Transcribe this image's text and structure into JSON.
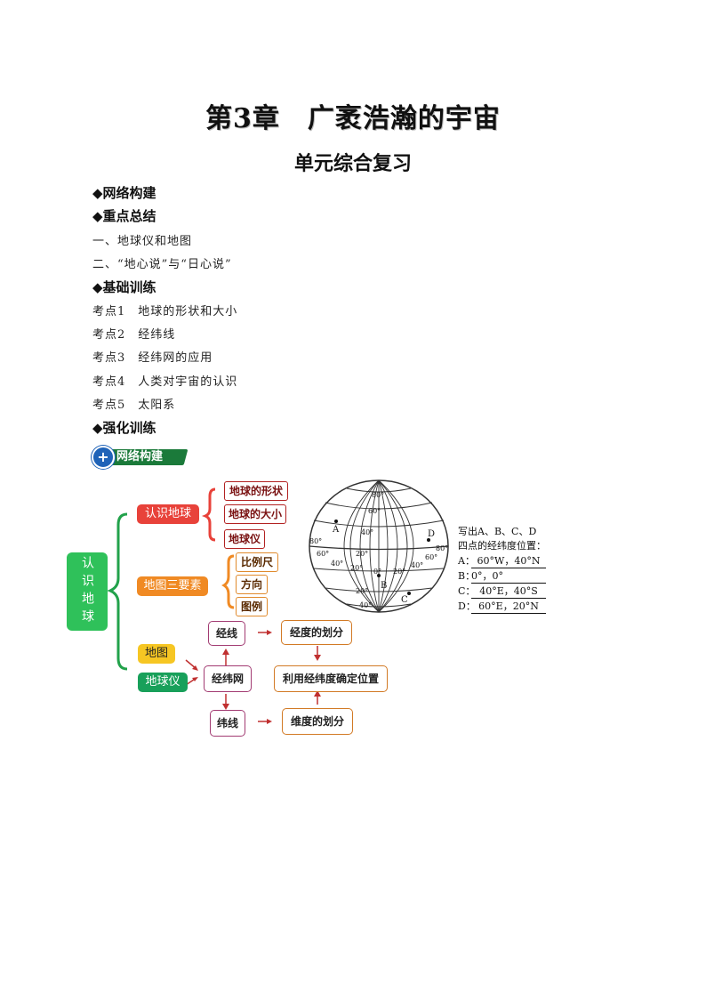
{
  "title": "第3章　广袤浩瀚的宇宙",
  "subtitle": "单元综合复习",
  "toc": {
    "h1": "◆网络构建",
    "h2": "◆重点总结",
    "s1": "一、地球仪和地图",
    "s2": "二、“地心说”与“日心说”",
    "h3": "◆基础训练",
    "k1": "考点1　地球的形状和大小",
    "k2": "考点2　经纬线",
    "k3": "考点3　经纬网的应用",
    "k4": "考点4　人类对宇宙的认识",
    "k5": "考点5　太阳系",
    "h4": "◆强化训练"
  },
  "badge": {
    "text": "网络构建",
    "icon": "plus"
  },
  "mindmap": {
    "root": "认识地球",
    "branch1": "认识地球",
    "branch1_items": [
      "地球的形状",
      "地球的大小",
      "地球仪"
    ],
    "branch2": "地图三要素",
    "branch2_items": [
      "比例尺",
      "方向",
      "图例"
    ],
    "map_label": "地图",
    "globe_label": "地球仪",
    "jingwei": "经纬网",
    "jingxian": "经线",
    "weixian": "纬线",
    "jd_division": "经度的划分",
    "wd_division": "维度的划分",
    "locate": "利用经纬度确定位置",
    "colors": {
      "red": "#e8423a",
      "orange": "#f08a24",
      "yellow": "#f6c623",
      "green": "#18a05a",
      "root": "#2fc15a"
    }
  },
  "globe": {
    "lat_labels": [
      "80°",
      "60°",
      "40°",
      "20°",
      "0°",
      "20°",
      "40°",
      "20°",
      "40°"
    ],
    "lon_labels": [
      "80°",
      "60°",
      "40°",
      "20°",
      "0°",
      "20°",
      "40°",
      "60°",
      "80°"
    ],
    "points": [
      "A",
      "B",
      "C",
      "D"
    ]
  },
  "answers": {
    "question1": "写出A、B、C、D",
    "question2": "四点的经纬度位置：",
    "a_label": "A：",
    "a_value": "60°W，40°N",
    "b_label": "B：",
    "b_value": "0°，0°",
    "c_label": "C：",
    "c_value": "40°E，40°S",
    "d_label": "D：",
    "d_value": "60°E，20°N"
  }
}
